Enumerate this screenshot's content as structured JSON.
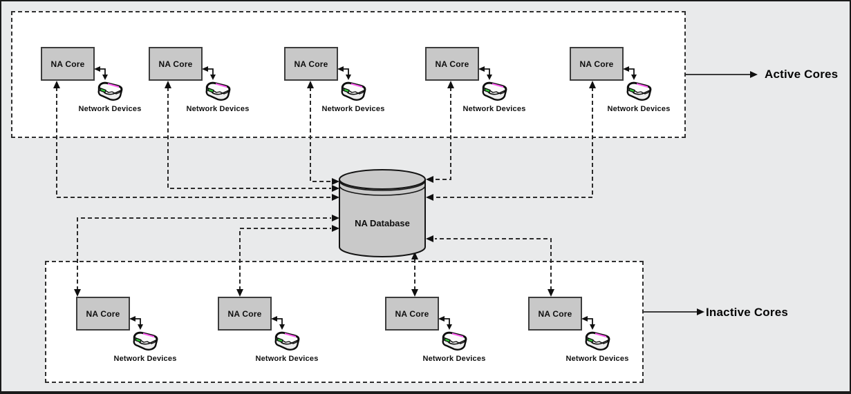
{
  "database": {
    "label": "NA Database"
  },
  "groups": {
    "active": {
      "label": "Active Cores",
      "cores": [
        {
          "label": "NA Core",
          "devices_label": "Network Devices"
        },
        {
          "label": "NA Core",
          "devices_label": "Network Devices"
        },
        {
          "label": "NA Core",
          "devices_label": "Network Devices"
        },
        {
          "label": "NA Core",
          "devices_label": "Network Devices"
        },
        {
          "label": "NA Core",
          "devices_label": "Network Devices"
        }
      ]
    },
    "inactive": {
      "label": "Inactive Cores",
      "cores": [
        {
          "label": "NA Core",
          "devices_label": "Network Devices"
        },
        {
          "label": "NA Core",
          "devices_label": "Network Devices"
        },
        {
          "label": "NA Core",
          "devices_label": "Network Devices"
        },
        {
          "label": "NA Core",
          "devices_label": "Network Devices"
        }
      ]
    }
  },
  "icons": {
    "device": "network-device-icon"
  },
  "colors": {
    "background": "#e9eaeb",
    "group_fill": "#ffffff",
    "node_fill": "#c8c8c8",
    "line": "#2a2a2a",
    "device_green": "#2fc937",
    "device_magenta": "#ff5cf0"
  }
}
